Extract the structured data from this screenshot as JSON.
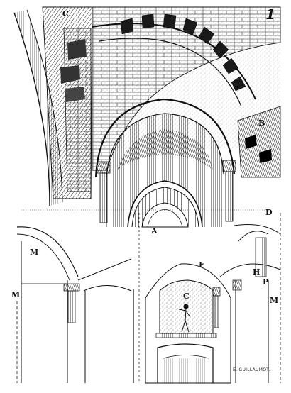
{
  "plate": {
    "number": "1",
    "engraver_credit": "E. GUILLAUMOT."
  },
  "labels": {
    "A": "A",
    "B": "B",
    "C_top": "C",
    "C_niche": "C",
    "D": "D",
    "E": "E",
    "H": "H",
    "M_left_upper": "M",
    "M_left_lower": "M",
    "M_right": "M",
    "P": "P"
  },
  "colors": {
    "ink": "#111111",
    "paper": "#ffffff",
    "stone_shade": "#444444"
  }
}
